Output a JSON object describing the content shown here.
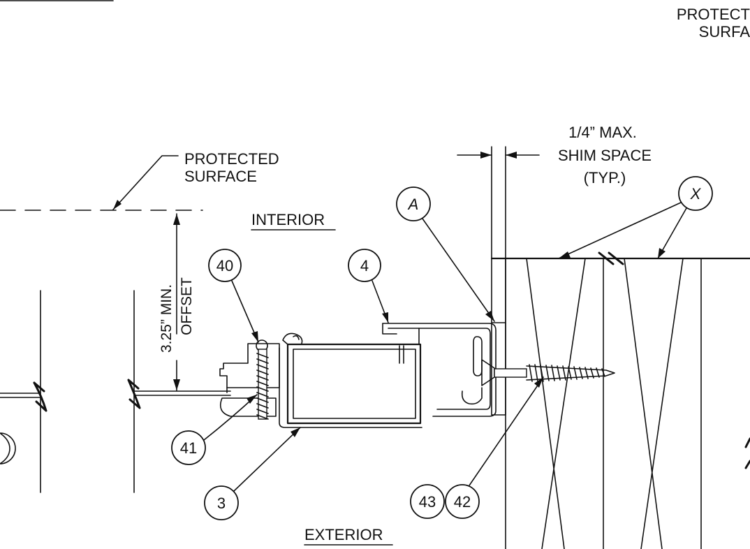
{
  "labels": {
    "protected_surface_top_line1": "PROTECT",
    "protected_surface_top_line2": "SURFA",
    "protected_surface_line1": "PROTECTED",
    "protected_surface_line2": "SURFACE",
    "interior": "INTERIOR",
    "exterior": "EXTERIOR",
    "shim_line1": "1/4”  MAX.",
    "shim_line2": "SHIM  SPACE",
    "shim_line3": "(TYP.)",
    "offset_line1": "3.25”  MIN.",
    "offset_line2": "OFFSET"
  },
  "callouts": {
    "c40": "40",
    "c4": "4",
    "cA": "A",
    "cX": "X",
    "c41": "41",
    "c3": "3",
    "c43": "43",
    "c42": "42"
  }
}
